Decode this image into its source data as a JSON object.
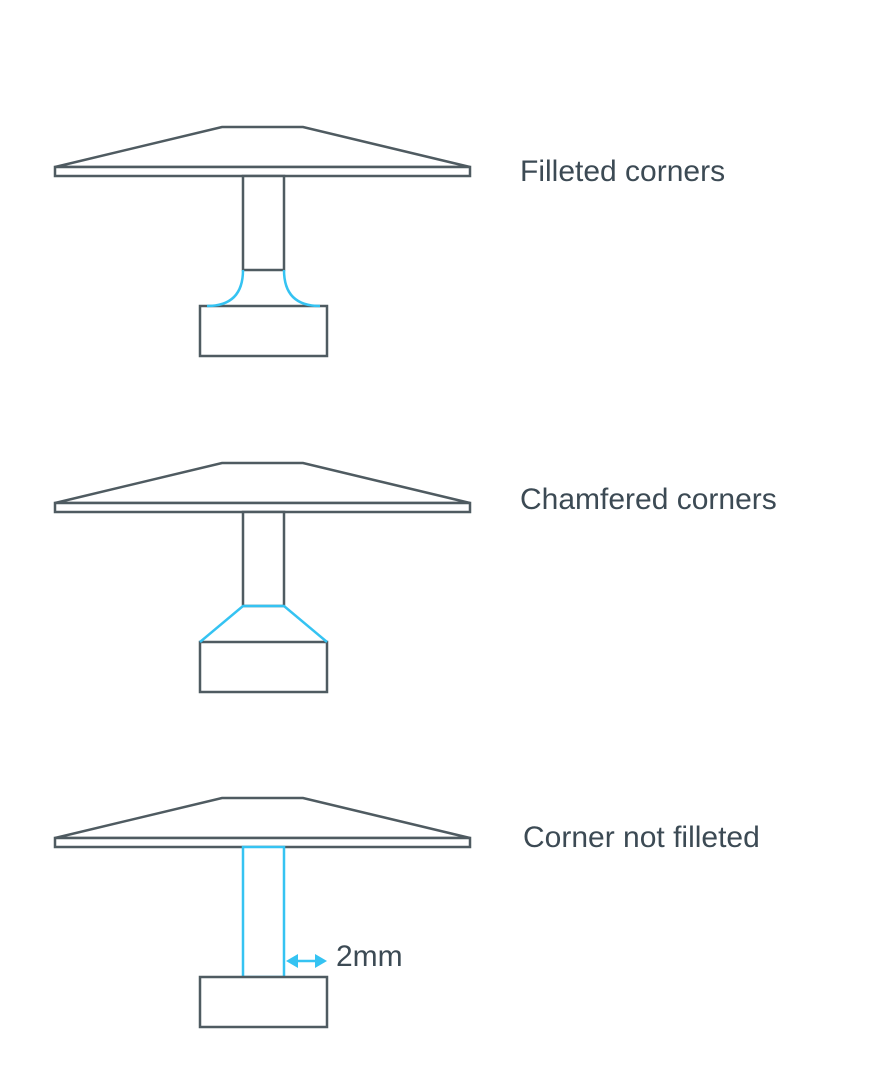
{
  "colors": {
    "outline": "#4f5b61",
    "highlight": "#35c3f2",
    "text": "#3c4a54"
  },
  "panels": [
    {
      "label": "Filleted corners",
      "corner": "fillet"
    },
    {
      "label": "Chamfered corners",
      "corner": "chamfer"
    },
    {
      "label": "Corner not filleted",
      "corner": "none",
      "dimension": "2mm"
    }
  ]
}
